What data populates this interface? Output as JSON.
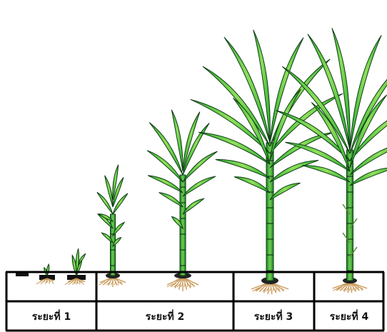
{
  "stages": [
    {
      "label": "ระยะที่ 1"
    },
    {
      "label": "ระยะที่ 2"
    },
    {
      "label": "ระยะที่ 3"
    },
    {
      "label": "ระยะที่ 4"
    }
  ],
  "colors": {
    "leaf_light": "#8fe05a",
    "leaf_mid": "#3cb83a",
    "leaf_dark": "#1f7f2a",
    "outline": "#0d3d12",
    "roots": "#c89a5a",
    "seed_piece": "#111111",
    "ground_line": "#000000"
  },
  "icons": [
    "sugarcane-plant-icon",
    "seed-piece-icon",
    "root-cluster-icon"
  ]
}
